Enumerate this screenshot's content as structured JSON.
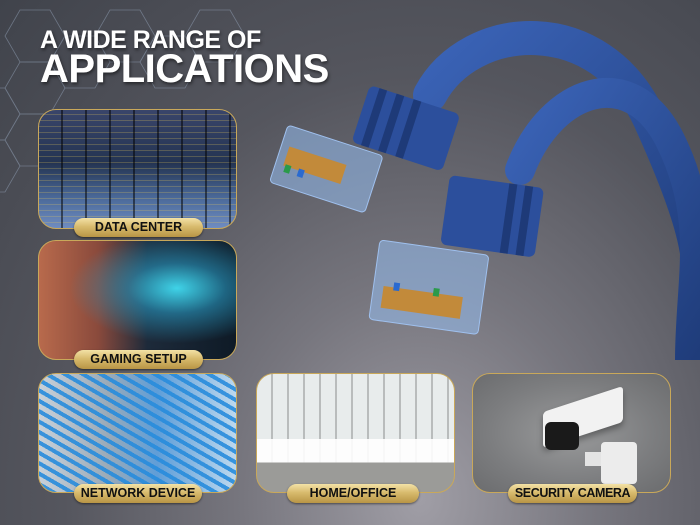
{
  "header": {
    "title_line1": "A WIDE RANGE OF",
    "title_line2": "APPLICATIONS"
  },
  "applications": [
    {
      "label": "DATA CENTER",
      "image": "data-center-photo"
    },
    {
      "label": "GAMING SETUP",
      "image": "gaming-setup-photo"
    },
    {
      "label": "NETWORK DEVICE",
      "image": "network-device-photo"
    },
    {
      "label": "HOME/OFFICE",
      "image": "home-office-photo"
    },
    {
      "label": "SECURITY CAMERA",
      "image": "security-camera-photo"
    }
  ],
  "product": {
    "image": "blue-ethernet-cable-rj45-connectors",
    "cable_color": "#2e4f9a"
  },
  "colors": {
    "accent_gold": "#d8bb6e",
    "frame_gold": "#c9a85a",
    "background": "#55565e"
  }
}
